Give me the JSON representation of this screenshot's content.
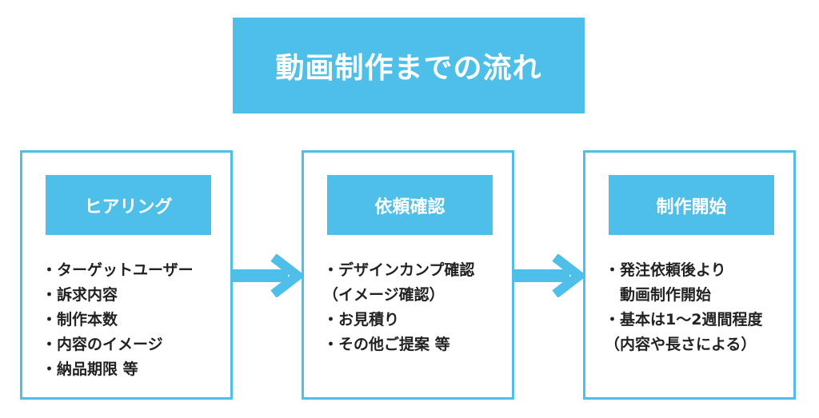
{
  "title": "動画制作までの流れ",
  "colors": {
    "accent": "#4dbfe9",
    "text": "#222222",
    "background": "#ffffff"
  },
  "steps": [
    {
      "label": "ヒアリング",
      "items": [
        "・ターゲットユーザー",
        "・訴求内容",
        "・制作本数",
        "・内容のイメージ",
        "・納品期限 等"
      ]
    },
    {
      "label": "依頼確認",
      "items": [
        "・デザインカンプ確認",
        "（イメージ確認）",
        "・お見積り",
        "・その他ご提案 等"
      ]
    },
    {
      "label": "制作開始",
      "items": [
        "・発注依頼後より",
        "　動画制作開始",
        "・基本は1〜2週間程度",
        "（内容や長さによる）"
      ]
    }
  ]
}
